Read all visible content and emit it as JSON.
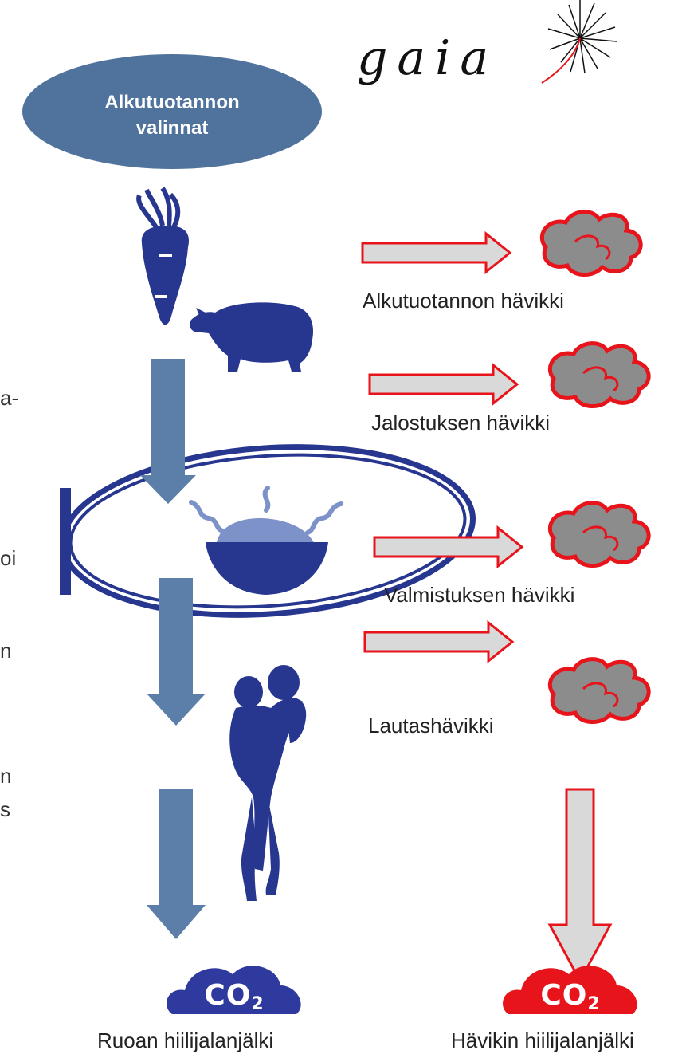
{
  "logo": {
    "text": "gaia"
  },
  "start_node": {
    "line1": "Alkutuotannon",
    "line2": "valinnat"
  },
  "stages": [
    {
      "label": "Alkutuotannon hävikki",
      "icon": "carrot-icon"
    },
    {
      "label": "Jalostuksen hävikki",
      "icon": "pig-icon"
    },
    {
      "label": "Valmistuksen hävikki",
      "icon": "food-bowl-icon"
    },
    {
      "label": "Lautashävikki",
      "icon": "mother-child-icon"
    }
  ],
  "outputs": {
    "food": {
      "badge": "CO2",
      "label": "Ruoan hiilijalanjälki",
      "color": "#2e3a9e"
    },
    "waste": {
      "badge": "CO2",
      "label": "Hävikin hiilijalanjälki",
      "color": "#e8141c"
    }
  },
  "cropped_left_text": [
    "a-",
    "oi",
    "n",
    "n",
    "s"
  ],
  "colors": {
    "flow_arrow": "#5b7fa8",
    "icon": "#27368f",
    "waste_arrow_fill": "#d9d9d9",
    "waste_arrow_stroke": "#e8141c",
    "cloud_fill": "#8c8c8c"
  }
}
